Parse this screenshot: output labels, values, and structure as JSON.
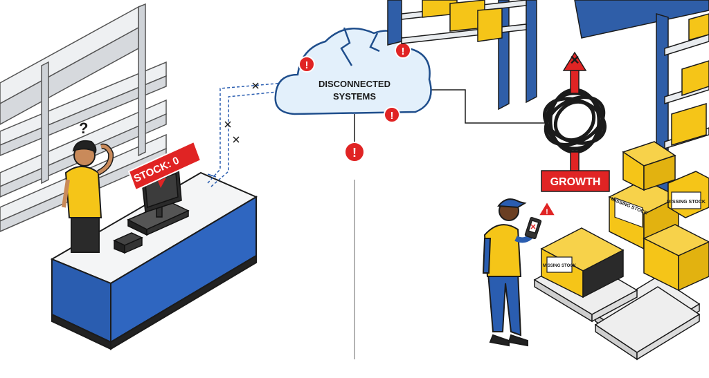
{
  "cloud": {
    "line1": "DISCONNECTED",
    "line2": "SYSTEMS"
  },
  "store": {
    "stock_label": "STOCK: 0",
    "question_mark": "?"
  },
  "warehouse": {
    "growth_label": "GROWTH",
    "growth_block_mark": "✕",
    "box_label_1": "MISSING STOCK",
    "box_label_2": "MISSING STOCK",
    "box_label_3": "MISSING STOCK"
  },
  "alert_glyph": "!",
  "colors": {
    "accent_yellow": "#f5c518",
    "alert_red": "#e02424",
    "counter_blue": "#2a5db0",
    "rack_blue": "#2f5ea8",
    "cloud_fill": "#e3f0fb",
    "cloud_outline": "#1f4e8c",
    "ink": "#1b1b1b"
  }
}
